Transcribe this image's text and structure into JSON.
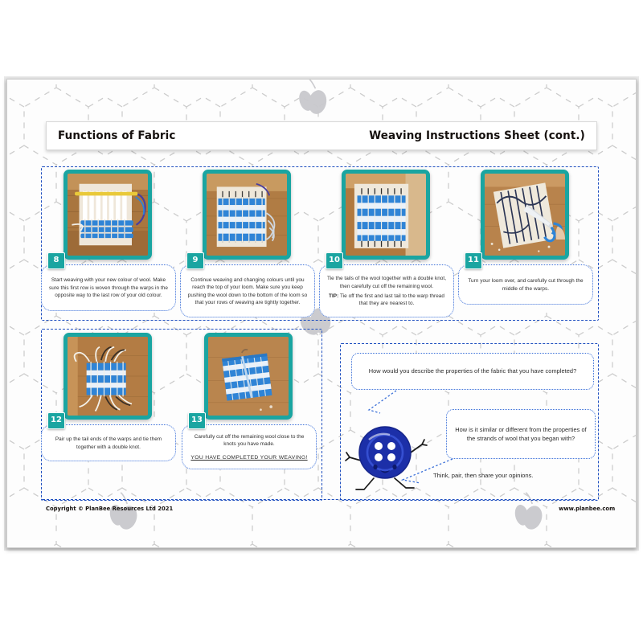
{
  "header": {
    "left_title": "Functions of Fabric",
    "right_title": "Weaving Instructions Sheet (cont.)"
  },
  "steps": [
    {
      "number": "8",
      "text": "Start weaving with your new colour of wool. Make sure this first row is woven through the warps in the opposite way to the last row of your old colour.",
      "photo_alt": "cardboard-loom-with-white-warps-yellow-pencil-and-blue-weaving"
    },
    {
      "number": "9",
      "text": "Continue weaving and changing colours until you reach the top of your loom. Make sure you keep pushing the wool down to the bottom of the loom so that your rows of weaving are tightly together.",
      "photo_alt": "loom-with-blue-and-white-striped-weaving-and-wool-tails"
    },
    {
      "number": "10",
      "text": "Tie the tails of the wool together with a double knot, then carefully cut off the remaining wool.",
      "tip_label": "TIP:",
      "tip_text": " Tie off the first and last tail to the warp thread that they are nearest to.",
      "photo_alt": "completed-blue-and-white-striped-weaving-on-loom"
    },
    {
      "number": "11",
      "text": "Turn your loom over, and carefully cut through the middle of the warps.",
      "photo_alt": "back-of-loom-with-scissors-cutting-warp-threads"
    },
    {
      "number": "12",
      "text": "Pair up the tail ends of the warps and tie them together with a double knot.",
      "photo_alt": "woven-fabric-removed-from-loom-with-white-tails"
    },
    {
      "number": "13",
      "text": "Carefully cut off the remaining wool close to the knots you have made.",
      "completed_text": "YOU HAVE COMPLETED YOUR WEAVING!",
      "photo_alt": "finished-folded-blue-and-white-woven-fabric"
    }
  ],
  "discussion": {
    "question_1": "How would you describe the properties of the fabric that you have completed?",
    "question_2": "How is it similar or different from the properties of the strands of wool that you began with?",
    "prompt": "Think, pair, then share your opinions.",
    "mascot_name": "blue-button-character"
  },
  "footer": {
    "copyright": "Copyright © PlanBee Resources Ltd 2021",
    "website": "www.planbee.com"
  },
  "colors": {
    "photo_frame": "#1aa5a1",
    "badge": "#1aa5a1",
    "dashed_outline": "#1f4fbf",
    "bubble_border": "#3a6fd8",
    "mascot_blue": "#1c2fa8"
  }
}
